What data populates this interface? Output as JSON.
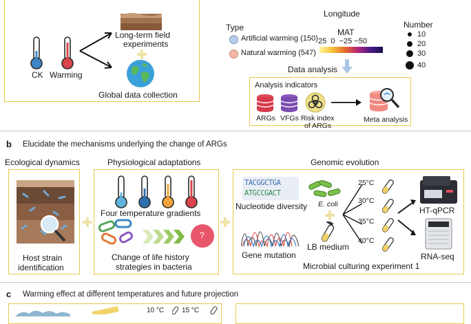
{
  "panel_a": {
    "ck_label": "CK",
    "warming_label": "Warming",
    "field_experiments_line1": "Long-term field",
    "field_experiments_line2": "experiments",
    "global_data": "Global data collection",
    "longitude_label": "Longitude",
    "type_title": "Type",
    "type_artificial": "Artificial warming (150)",
    "type_natural": "Natural warming (547)",
    "mat_title": "MAT",
    "mat_ticks": "25  0  −25 −50",
    "number_title": "Number",
    "number_values": [
      "10",
      "20",
      "30",
      "40"
    ],
    "data_analysis": "Data analysis",
    "analysis_indicators": "Analysis indicators",
    "args": "ARGs",
    "vfgs": "VFGs",
    "risk_line1": "Risk index",
    "risk_line2": "of ARGs",
    "meta_analysis": "Meta analysis",
    "colors": {
      "artificial": "#b9cdea",
      "natural": "#f4b7a6",
      "border": "#e8c94a"
    }
  },
  "panel_b": {
    "letter": "b",
    "title": "Elucidate the mechanisms underlying the change of ARGs",
    "ecological_dynamics": "Ecological dynamics",
    "host_line1": "Host strain",
    "host_line2": "identification",
    "physiological_adaptations": "Physiological adaptations",
    "four_gradients": "Four temperature gradients",
    "life_history_line1": "Change of life history",
    "life_history_line2": "strategies in bacteria",
    "question_mark": "?",
    "genomic_evolution": "Genomic evolution",
    "nucleotide_diversity": "Nucleotide diversity",
    "sequence_row1": "TACGGCTGA",
    "sequence_row2": "ATGCCGACT",
    "ecoli": "E. coli",
    "gene_mutation": "Gene mutation",
    "lb_medium": "LB medium",
    "temps": [
      "25°C",
      "30°C",
      "35°C",
      "40°C"
    ],
    "htqpcr": "HT-qPCR",
    "rnaseq": "RNA-seq",
    "microbial_culturing": "Microbial culturing experiment 1"
  },
  "panel_c": {
    "letter": "c",
    "title": "Warming effect at different temperatures and future projection",
    "temps": [
      "10 °C",
      "15 °C"
    ]
  }
}
